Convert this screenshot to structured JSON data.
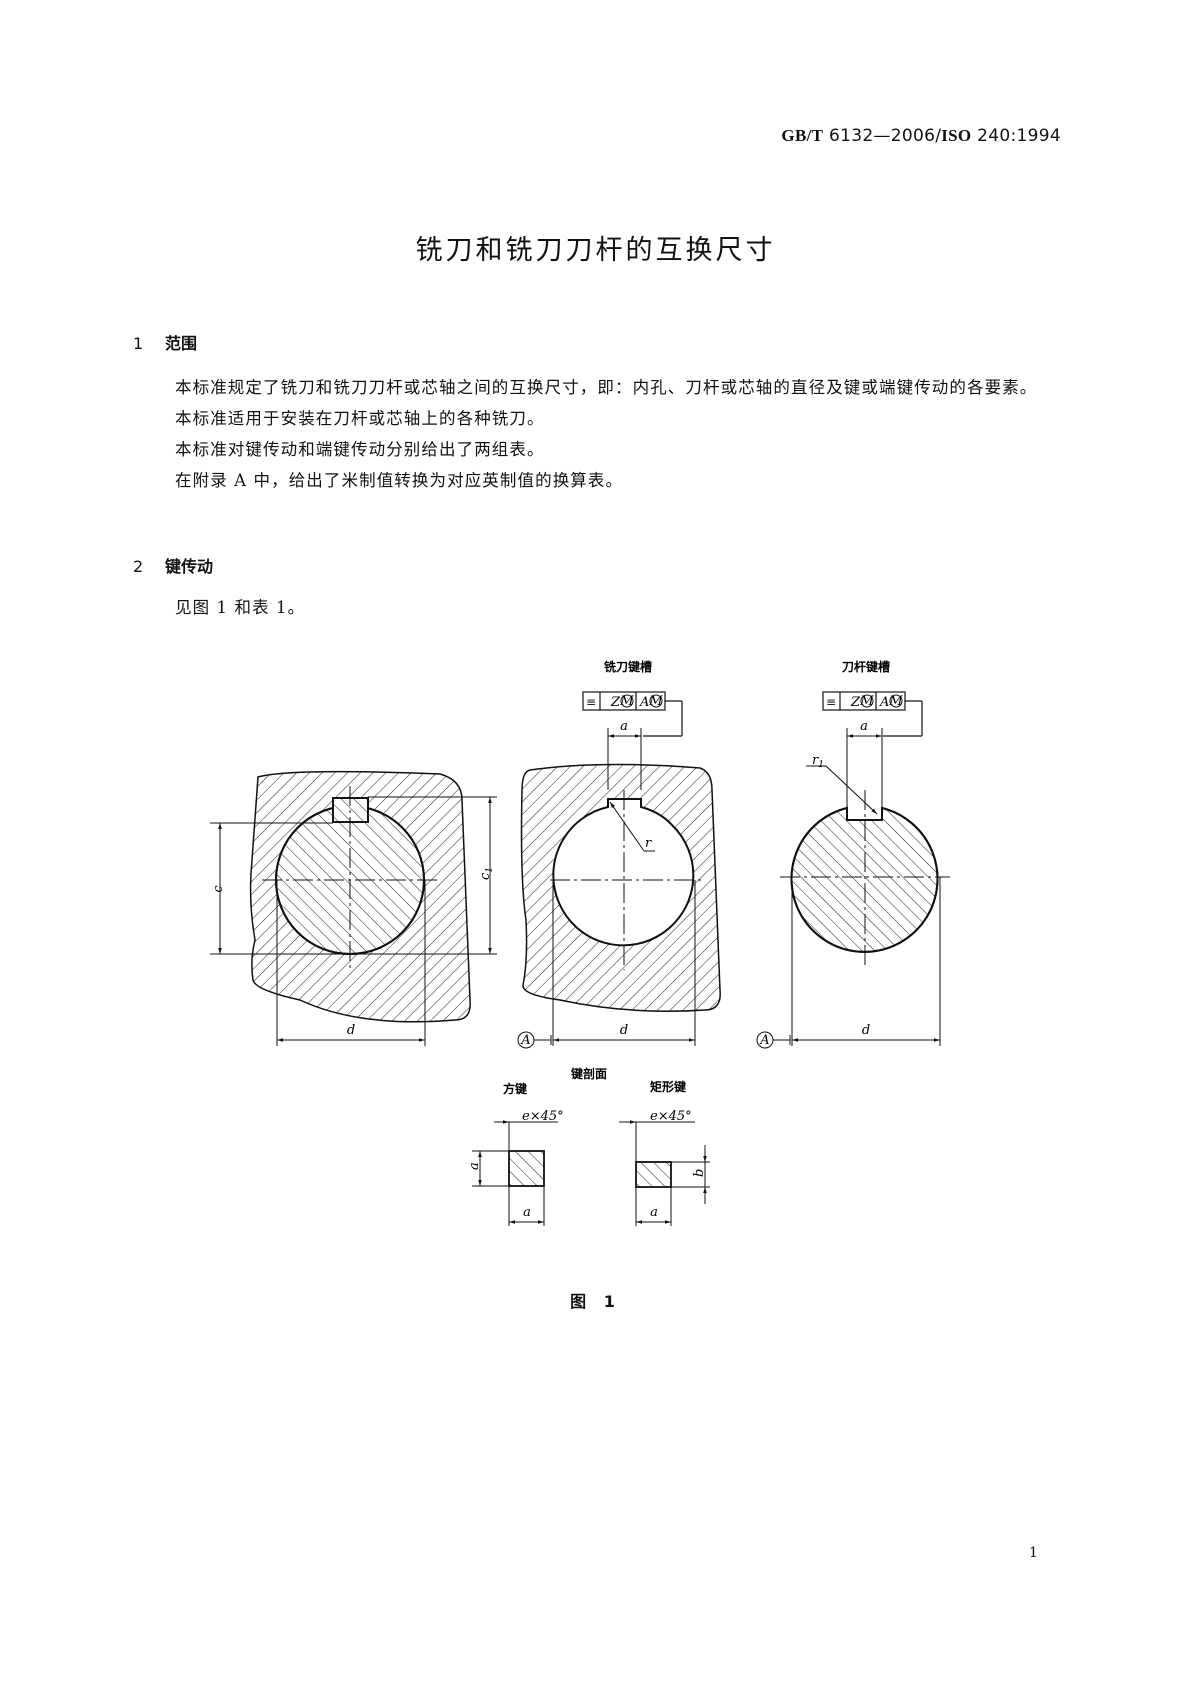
{
  "header": {
    "std_prefix": "GB/T",
    "std_number": "6132—2006/",
    "iso_prefix": "ISO",
    "iso_number": "240:1994"
  },
  "title": "铣刀和铣刀刀杆的互换尺寸",
  "sections": [
    {
      "number": "1",
      "heading": "范围",
      "paragraphs": [
        "本标准规定了铣刀和铣刀刀杆或芯轴之间的互换尺寸，即：内孔、刀杆或芯轴的直径及键或端键传动的各要素。",
        "本标准适用于安装在刀杆或芯轴上的各种铣刀。",
        "本标准对键传动和端键传动分别给出了两组表。",
        "在附录 A 中，给出了米制值转换为对应英制值的换算表。"
      ]
    },
    {
      "number": "2",
      "heading": "键传动",
      "paragraphs": [
        "见图 1 和表 1。"
      ]
    }
  ],
  "figure": {
    "caption": "图 1",
    "labels": {
      "cutter_keyway": "铣刀键槽",
      "arbor_keyway": "刀杆键槽",
      "key_section": "键剖面",
      "square_key": "方键",
      "rect_key": "矩形键"
    },
    "tolerance_frame": {
      "symbol": "≡",
      "ref1": "Z",
      "ref2": "A",
      "modifier": "M"
    },
    "dimensions": {
      "a": "a",
      "b": "b",
      "c": "c",
      "c1": "c",
      "c1_sub": "1",
      "d": "d",
      "r": "r",
      "r1": "r",
      "r1_sub": "1",
      "datum": "A",
      "chamfer": "e×45°"
    }
  },
  "page_number": "1"
}
